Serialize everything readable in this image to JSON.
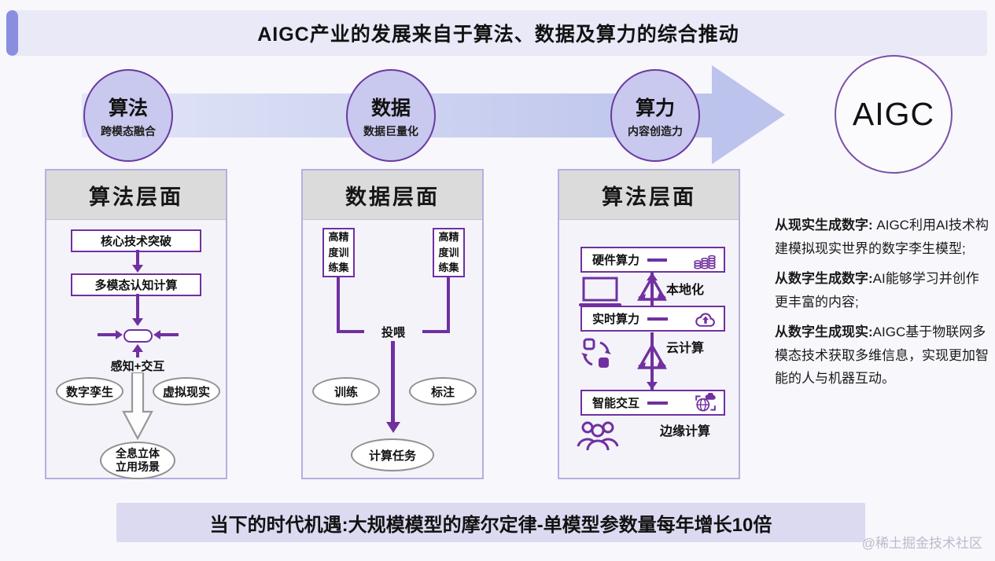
{
  "title": "AIGC产业的发展来自于算法、数据及算力的综合推动",
  "flow": {
    "circles": [
      {
        "title": "算法",
        "subtitle": "跨模态融合"
      },
      {
        "title": "数据",
        "subtitle": "数据巨量化"
      },
      {
        "title": "算力",
        "subtitle": "内容创造力"
      }
    ],
    "result": "AIGC"
  },
  "panels": {
    "algorithm": {
      "header": "算法层面",
      "box1": "核心技术突破",
      "box2": "多模态认知计算",
      "converge_label": "感知+交互",
      "ellipse_left": "数字孪生",
      "ellipse_right": "虚拟现实",
      "bottom_line1": "全息立体",
      "bottom_line2": "立用场景"
    },
    "data": {
      "header": "数据层面",
      "train_set_left": "高精度训练集",
      "train_set_right": "高精度训练集",
      "feed_label": "投喂",
      "ellipse_left": "训练",
      "ellipse_right": "标注",
      "bottom_ellipse": "计算任务"
    },
    "computing": {
      "header": "算法层面",
      "row1": "硬件算力",
      "row1_tag": "本地化",
      "row2": "实时算力",
      "row2_tag": "云计算",
      "row3": "智能交互",
      "row3_tag": "边缘计算"
    }
  },
  "notes": [
    {
      "lead": "从现实生成数字:",
      "body": " AIGC利用AI技术构建模拟现实世界的数字李生模型;"
    },
    {
      "lead": "从数字生成数字:",
      "body": "AI能够学习并创作更丰富的内容;"
    },
    {
      "lead": "从数字生成现实:",
      "body": "AIGC基于物联网多模态技术获取多维信息，实现更加智能的人与机器互动。"
    }
  ],
  "banner": "当下的时代机遇:大规模模型的摩尔定律-单模型参数量每年增长10倍",
  "watermark": "@稀土掘金技术社区",
  "colors": {
    "accent": "#7030a0",
    "panel_border": "#b5afdf",
    "circle_fill": "#c9c8ee",
    "arrow_band": "#bcc3ec"
  }
}
